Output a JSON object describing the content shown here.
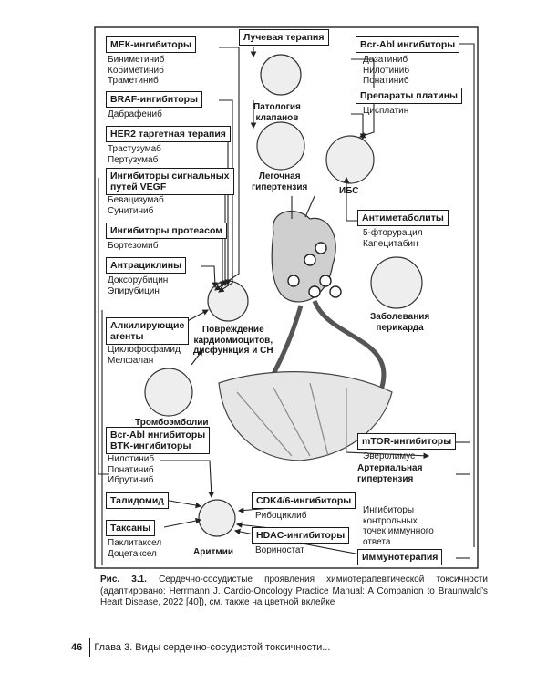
{
  "boxes": {
    "mek": {
      "title": "МЕК-ингибиторы",
      "drugs": "Биниметиниб\nКобиметиниб\nТраметиниб"
    },
    "braf": {
      "title": "BRAF-ингибиторы",
      "drugs": "Дабрафениб"
    },
    "her2": {
      "title": "HER2 таргетная терапия",
      "drugs": "Трастузумаб\nПертузумаб"
    },
    "vegf": {
      "title": "Ингибиторы сигнальных\nпутей VEGF",
      "drugs": "Бевацизумаб\nСунитиниб"
    },
    "proteasome": {
      "title": "Ингибиторы протеасом",
      "drugs": "Бортезомиб"
    },
    "anthracyclines": {
      "title": "Антрациклины",
      "drugs": "Доксорубицин\nЭпирубицин"
    },
    "alkylating": {
      "title": "Алкилирующие\nагенты",
      "drugs": "Циклофосфамид\nМелфалан"
    },
    "bcrabl_btk": {
      "title": "Bcr-Abl ингибиторы\nBTK-ингибиторы",
      "drugs": "Нилотиниб\nПонатиниб\nИбрутиниб"
    },
    "thalidomide": {
      "title": "Талидомид"
    },
    "taxanes": {
      "title": "Таксаны",
      "drugs": "Паклитаксел\nДоцетаксел"
    },
    "radiation": {
      "title": "Лучевая терапия"
    },
    "bcrabl": {
      "title": "Bcr-Abl ингибиторы",
      "drugs": "Дазатиниб\nНилотиниб\nПонатиниб"
    },
    "platinum": {
      "title": "Препараты платины",
      "drugs": "Цисплатин"
    },
    "antimetabolites": {
      "title": "Антиметаболиты",
      "drugs": "5-фторурацил\nКапецитабин"
    },
    "mtor": {
      "title": "mTOR-ингибиторы",
      "drugs": "Эверолимус"
    },
    "cdk": {
      "title": "CDK4/6-ингибиторы",
      "drugs": "Рибоциклиб"
    },
    "hdac": {
      "title": "HDAC-ингибиторы",
      "drugs": "Вориностат"
    },
    "immunotherapy": {
      "title": "Иммунотерапия"
    }
  },
  "labels": {
    "valve": "Патология\nклапанов",
    "pulm": "Легочная\nгипертензия",
    "ihd": "ИБС",
    "cardio": "Повреждение\nкардиомиоцитов,\nдисфункция и СН",
    "pericard": "Заболевания\nперикарда",
    "thrombo": "Тромбоэмболии",
    "htn": "Артериальная\nгипертензия",
    "arrhythmia": "Аритмии",
    "checkpoint": "Ингибиторы\nконтрольных\nточек иммунного\nответа"
  },
  "caption": {
    "label": "Рис. 3.1.",
    "text": "Сердечно-сосудистые проявления химиотерапевтической токсичности (адаптировано: Herrmann J. Cardio-Oncology Practice Manual: A Companion to Braunwald’s Heart Disease, 2022 [40]), см. также на цветной вклейке"
  },
  "footer": {
    "page": "46",
    "text": "Глава 3. Виды сердечно-сосудистой токсичности..."
  }
}
